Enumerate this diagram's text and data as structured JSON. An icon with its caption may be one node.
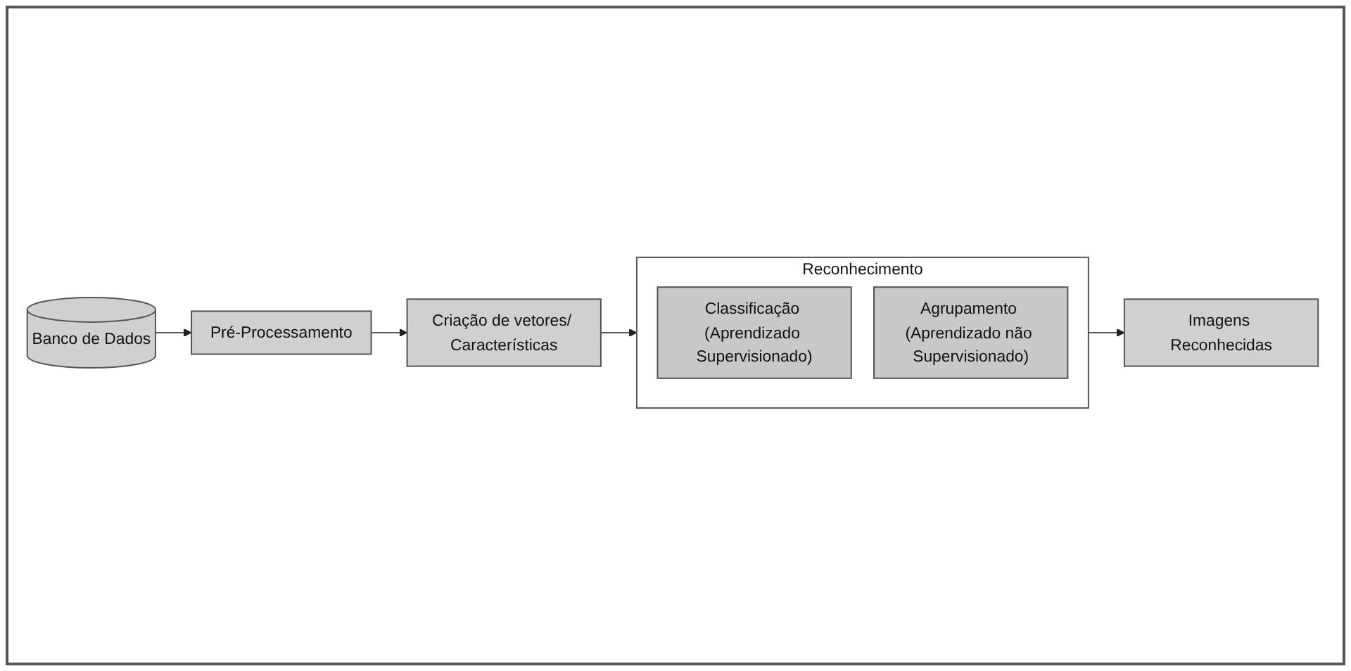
{
  "diagram": {
    "nodes": [
      {
        "text": [
          "Banco de Dados"
        ]
      },
      {
        "text": [
          "Pré-Processamento"
        ]
      },
      {
        "text": [
          "Criação de vetores/ Características"
        ]
      },
      {
        "text": [
          "Reconhecimento"
        ]
      },
      {
        "text": [
          "Classificação (Aprendizado Supervisionado)"
        ],
        "in": 3
      },
      {
        "text": [
          "Agrupamento (Aprendizado não Supervisionado)"
        ],
        "in": 3
      },
      {
        "text": [
          "Imagens Reconhecidas"
        ]
      }
    ],
    "edges": [
      {
        "from": 0,
        "to": 1,
        "arrow": "to"
      },
      {
        "from": 1,
        "to": 2,
        "arrow": "to"
      },
      {
        "from": 2,
        "to": 3,
        "arrow": "to"
      },
      {
        "from": 3,
        "to": 6,
        "arrow": "to"
      }
    ]
  }
}
